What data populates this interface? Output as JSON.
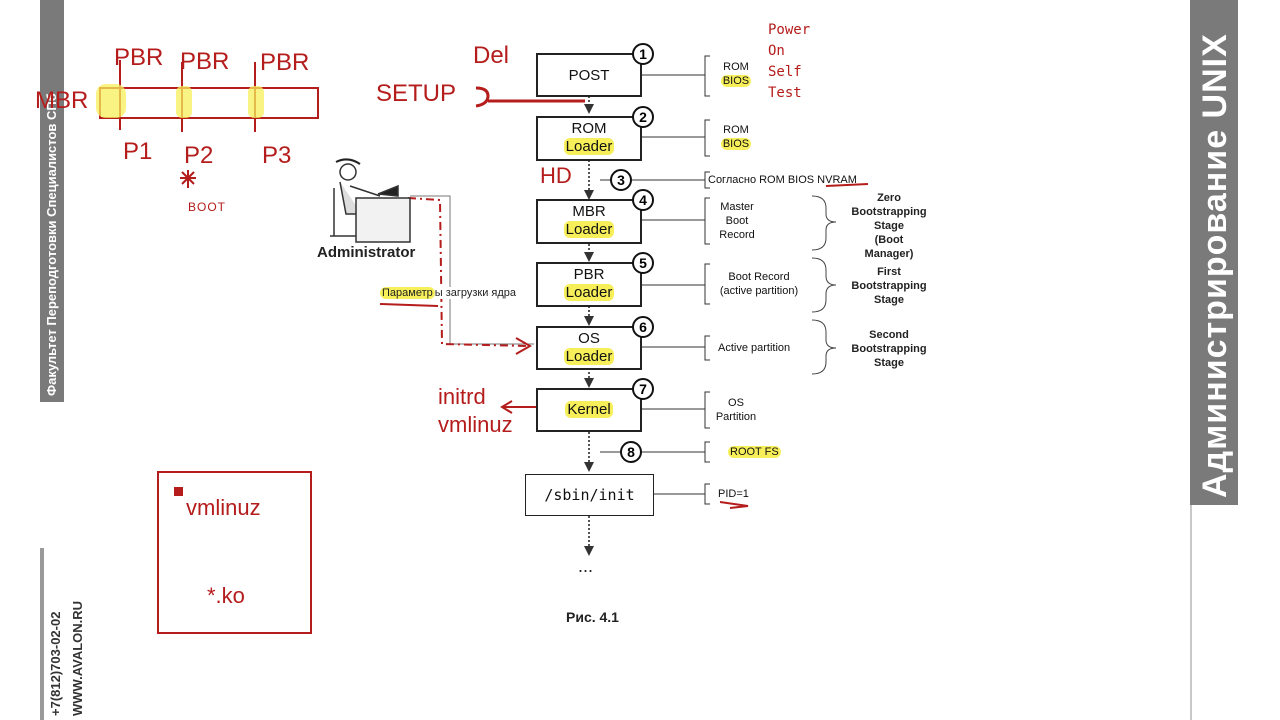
{
  "side_bars": {
    "left_top": "Факультет Переподготовки Специалистов СПб",
    "left_bottom_phone": "+7(812)703-02-02",
    "left_bottom_site": "WWW.AVALON.RU",
    "right": "Администрирование UNIX"
  },
  "disk": {
    "labels": [
      "PBR",
      "PBR",
      "PBR",
      "MBR",
      "P1",
      "P2",
      "P3"
    ],
    "boot_mark": "*",
    "boot_label": "BOOT"
  },
  "hand_notes": {
    "del": "Del",
    "setup": "SETUP",
    "hd": "HD",
    "initrd": "initrd",
    "vmlinuz": "vmlinuz",
    "box_vmlinuz": "vmlinuz",
    "box_ko": "*.ko",
    "power": [
      "Power",
      "On",
      "Self",
      "Test"
    ]
  },
  "admin": {
    "label": "Administrator",
    "params_highlight": "Параметр",
    "params_rest": "ы загрузки ядра"
  },
  "steps": [
    {
      "num": "1",
      "line1": "POST",
      "line2": "",
      "note_lines": [
        "ROM",
        "BIOS"
      ]
    },
    {
      "num": "2",
      "line1": "ROM",
      "line2": "Loader",
      "note_lines": [
        "ROM",
        "BIOS"
      ]
    },
    {
      "num": "3",
      "line1": "",
      "line2": "",
      "note_lines": [
        "Согласно ROM BIOS NVRAM"
      ]
    },
    {
      "num": "4",
      "line1": "MBR",
      "line2": "Loader",
      "note_lines": [
        "Master",
        "Boot",
        "Record"
      ]
    },
    {
      "num": "5",
      "line1": "PBR",
      "line2": "Loader",
      "note_lines": [
        "Boot Record",
        "(active partition)"
      ]
    },
    {
      "num": "6",
      "line1": "OS",
      "line2": "Loader",
      "note_lines": [
        "Active partition"
      ]
    },
    {
      "num": "7",
      "line1": "Kernel",
      "line2": "",
      "note_lines": [
        "OS",
        "Partition"
      ]
    },
    {
      "num": "8",
      "line1": "",
      "line2": "",
      "note_lines": [
        "ROOT FS"
      ]
    }
  ],
  "init_box": "/sbin/init",
  "pid_note": "PID=1",
  "ellipsis": "...",
  "stages": [
    [
      "Zero",
      "Bootstrapping",
      "Stage",
      "(Boot",
      "Manager)"
    ],
    [
      "First",
      "Bootstrapping",
      "Stage"
    ],
    [
      "Second",
      "Bootstrapping",
      "Stage"
    ]
  ],
  "caption": "Рис. 4.1",
  "colors": {
    "handwriting": "#b51c1c",
    "highlight": "#f7ef5a",
    "bar": "#7a7a7a"
  }
}
